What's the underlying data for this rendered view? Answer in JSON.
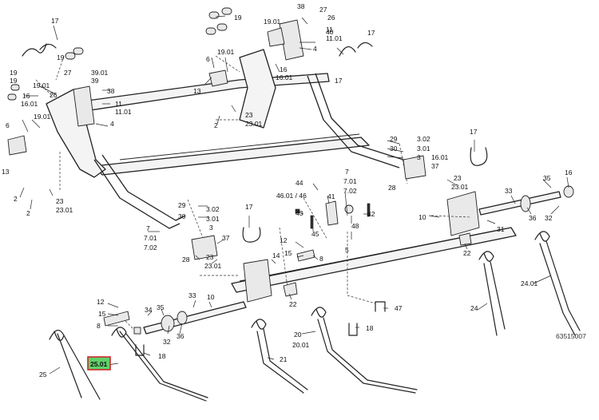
{
  "diagram": {
    "reference_number": "63515007",
    "highlight_color": "#5fd06a",
    "highlight_border_color": "#d0262b",
    "highlighted_label": "25.01",
    "labels": {
      "l17a": "17",
      "l19a": "19",
      "l19b": "19",
      "l19_01a": "19.01",
      "l38a": "38",
      "l27a": "27",
      "l26a": "26",
      "l40a": "40",
      "l11a": "11",
      "l11_01a": "11.01",
      "l4a": "4",
      "l17b": "17",
      "l17c": "17",
      "l6a": "6",
      "l19_01b": "19.01",
      "l16a": "16",
      "l16_01a": "16.01",
      "l13a": "13",
      "l2a": "2",
      "l23a": "23",
      "l23_01a": "23.01",
      "l17d": "17",
      "l19c": "19",
      "l19d": "19",
      "l27b": "27",
      "l39_01": "39.01",
      "l39": "39",
      "l19_01c": "19.01",
      "l38b": "38",
      "l16b": "16",
      "l16_01b": "16.01",
      "l26b": "26",
      "l11b": "11",
      "l11_01b": "11.01",
      "l4b": "4",
      "l6b": "6",
      "l19_01d": "19.01",
      "l13b": "13",
      "l2b": "2",
      "l23b": "23",
      "l23_01b": "23.01",
      "l29a": "29",
      "l30a": "30",
      "l3_02a": "3.02",
      "l3_01a": "3.01",
      "l3a": "3",
      "l28a": "28",
      "l17e": "17",
      "l16_01c": "16.01",
      "l37a": "37",
      "l23c": "23",
      "l23_01c": "23.01",
      "l35a": "35",
      "l16c": "16",
      "l33a": "33",
      "l10a": "10",
      "l36a": "36",
      "l32a": "32",
      "l31": "31",
      "l22a": "22",
      "l24_01": "24.01",
      "l24": "24",
      "l7a": "7",
      "l7_01a": "7.01",
      "l7_02a": "7.02",
      "l44": "44",
      "l46": "46.01 / 46",
      "l41": "41",
      "l42": "42",
      "l43": "43",
      "l45": "45",
      "l48": "48",
      "l7b": "7",
      "l7_01b": "7.01",
      "l7_02b": "7.02",
      "l29b": "29",
      "l30b": "30",
      "l3_02b": "3.02",
      "l3_01b": "3.01",
      "l3b": "3",
      "l17f": "17",
      "l37b": "37",
      "l28b": "28",
      "l23d": "23",
      "l23_01d": "23.01",
      "l12a": "12",
      "l15a": "15",
      "l8a": "8",
      "l14": "14",
      "l5": "5",
      "l12b": "12",
      "l15b": "15",
      "l8b": "8",
      "l34": "34",
      "l35b": "35",
      "l33b": "33",
      "l10b": "10",
      "l36b": "36",
      "l32b": "32",
      "l22b": "22",
      "l47": "47",
      "l18a": "18",
      "l18b": "18",
      "l25": "25",
      "l21": "21",
      "l20": "20",
      "l20_01": "20.01"
    }
  }
}
